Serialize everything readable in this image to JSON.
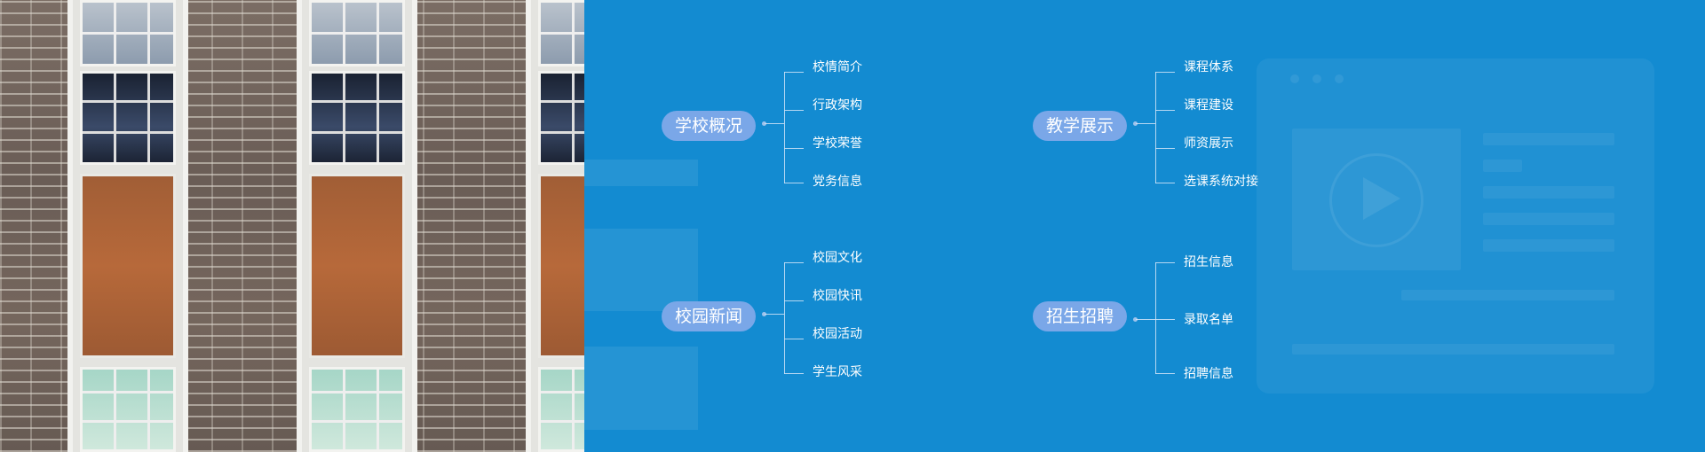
{
  "groups": [
    {
      "title": "学校概况",
      "items": [
        "校情简介",
        "行政架构",
        "学校荣誉",
        "党务信息"
      ]
    },
    {
      "title": "教学展示",
      "items": [
        "课程体系",
        "课程建设",
        "师资展示",
        "选课系统对接"
      ]
    },
    {
      "title": "校园新闻",
      "items": [
        "校园文化",
        "校园快讯",
        "校园活动",
        "学生风采"
      ]
    },
    {
      "title": "招生招聘",
      "items": [
        "招生信息",
        "录取名单",
        "招聘信息"
      ]
    }
  ],
  "colors": {
    "background": "#138bd1",
    "pill": "#7aa7e8",
    "text": "#ffffff"
  }
}
